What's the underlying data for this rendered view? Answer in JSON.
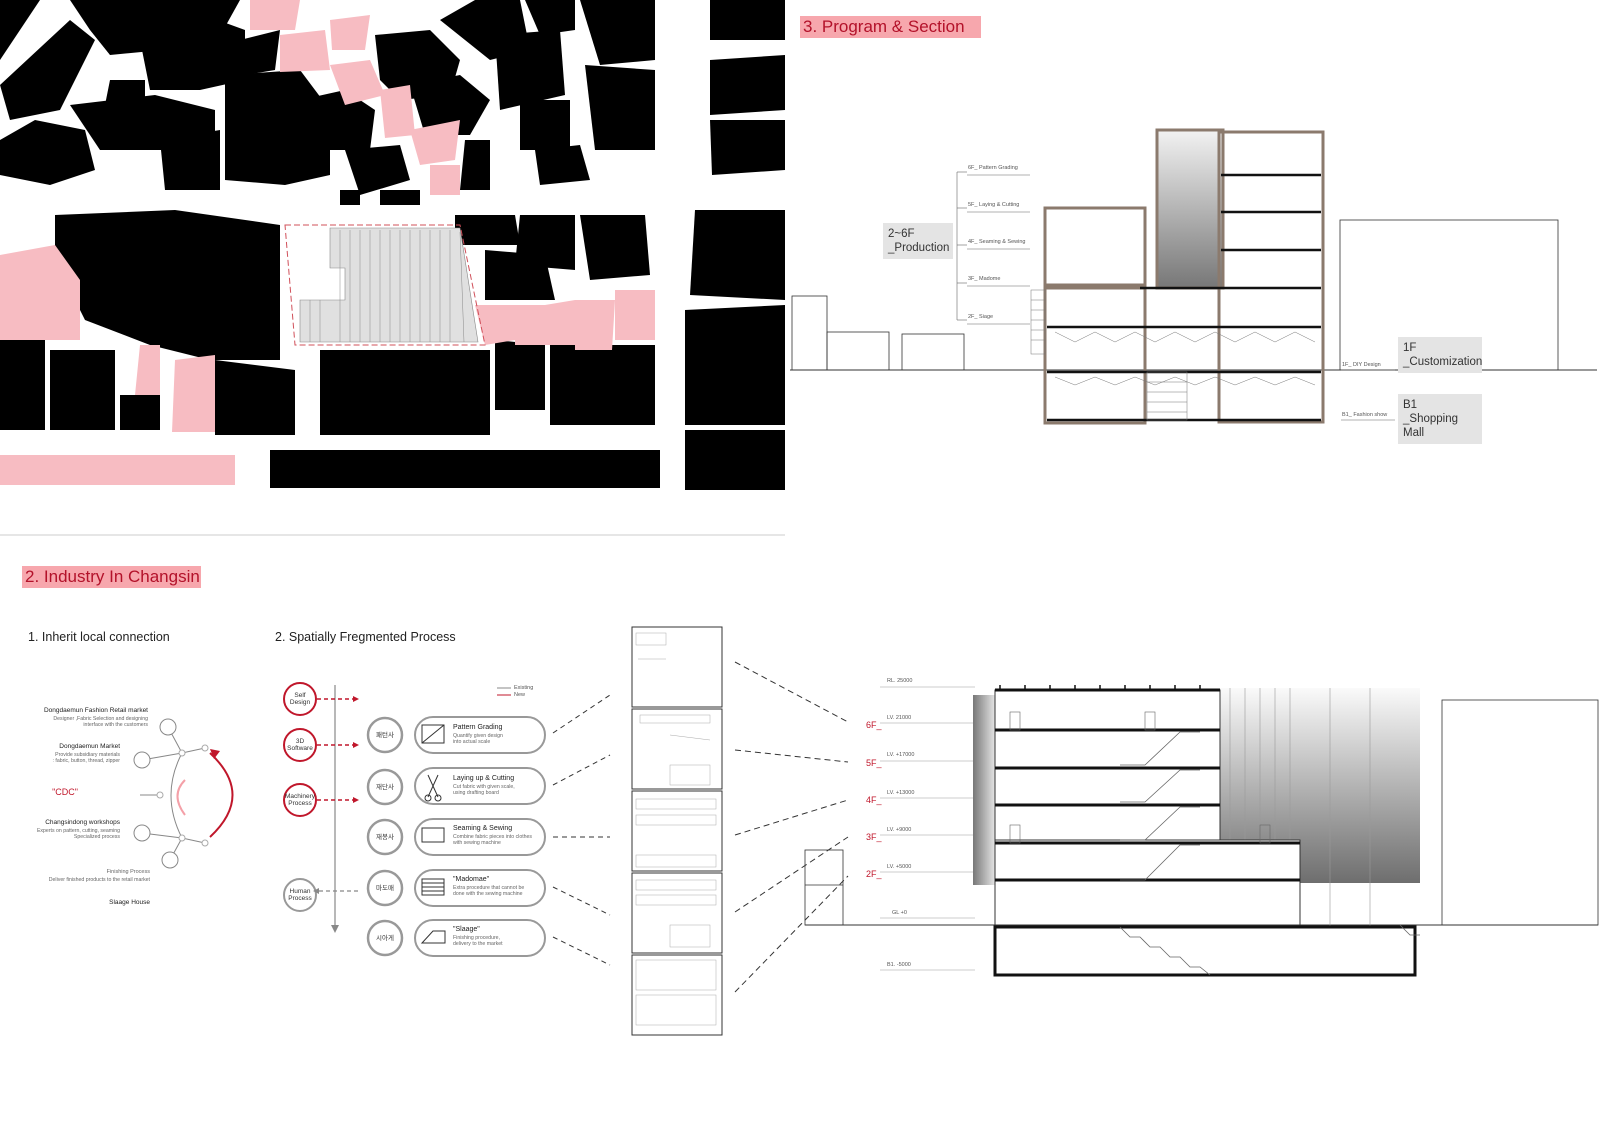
{
  "headers": {
    "program_section": "3. Program & Section",
    "industry": "2. Industry In Changsin"
  },
  "subheaders": {
    "inherit": "1. Inherit local connection",
    "fragmented": "2. Spatially Fregmented Process"
  },
  "section_top": {
    "production_label": "2~6F\n_Production",
    "customization_label": "1F\n_Customization",
    "shopping_label": "B1\n_Shopping Mall",
    "floor_notes": [
      "6F_ Pattern Grading",
      "5F_ Laying & Cutting",
      "4F_ Seaming & Sewing",
      "3F_ Madome",
      "2F_ Siage"
    ],
    "diy_note": "1F_ DIY Design",
    "fashion_note": "B1_ Fashion show"
  },
  "inherit": {
    "nodes": [
      {
        "title": "Dongdaemun Fashion Retail market",
        "desc": "Designer ,Fabric Selection and designing\ninterface with the customers"
      },
      {
        "title": "Dongdaemun Market",
        "desc": "Provide subsidiary materials\n: fabric, button, thread, zipper"
      },
      {
        "title": "\"CDC\"",
        "desc": ""
      },
      {
        "title": "Changsindong workshops",
        "desc": "Experts on pattern, cutting, seaming\nSpecialized process"
      },
      {
        "title": "Finishing Process",
        "desc": "Deliver finished products to the retail market"
      },
      {
        "title": "Slaage House",
        "desc": ""
      }
    ]
  },
  "process": {
    "legend": [
      "Existing",
      "New"
    ],
    "left_circles": [
      "Self\nDesign",
      "3D\nSoftware",
      "Machinery\nProcess",
      "Human\nProcess"
    ],
    "steps": [
      {
        "kr": "패턴사",
        "title": "Pattern Grading",
        "desc": "Quantify given design\ninto actual scale"
      },
      {
        "kr": "재단사",
        "title": "Laying up & Cutting",
        "desc": "Cut fabric with given scale,\nusing drafting board"
      },
      {
        "kr": "재봉사",
        "title": "Seaming & Sewing",
        "desc": "Combine fabric pieces into clothes\nwith sewing machine"
      },
      {
        "kr": "마도매",
        "title": "\"Madomae\"",
        "desc": "Extra procedure that cannot be\ndone with the sewing machine"
      },
      {
        "kr": "시아게",
        "title": "\"Slaage\"",
        "desc": "Finishing procedure,\ndelivery to the market"
      }
    ]
  },
  "section_bottom": {
    "levels": [
      "RL. 25000",
      "LV. 21000",
      "LV. +17000",
      "LV. +13000",
      "LV. +9000",
      "LV. +5000",
      "GL +0",
      "B1. -5000"
    ],
    "floors": [
      "6F_",
      "5F_",
      "4F_",
      "3F_",
      "2F_"
    ]
  },
  "colors": {
    "accent_red": "#c0172b",
    "highlight_pink": "#f7a7ad",
    "map_black": "#000000",
    "map_pink": "#f7bcc2"
  }
}
